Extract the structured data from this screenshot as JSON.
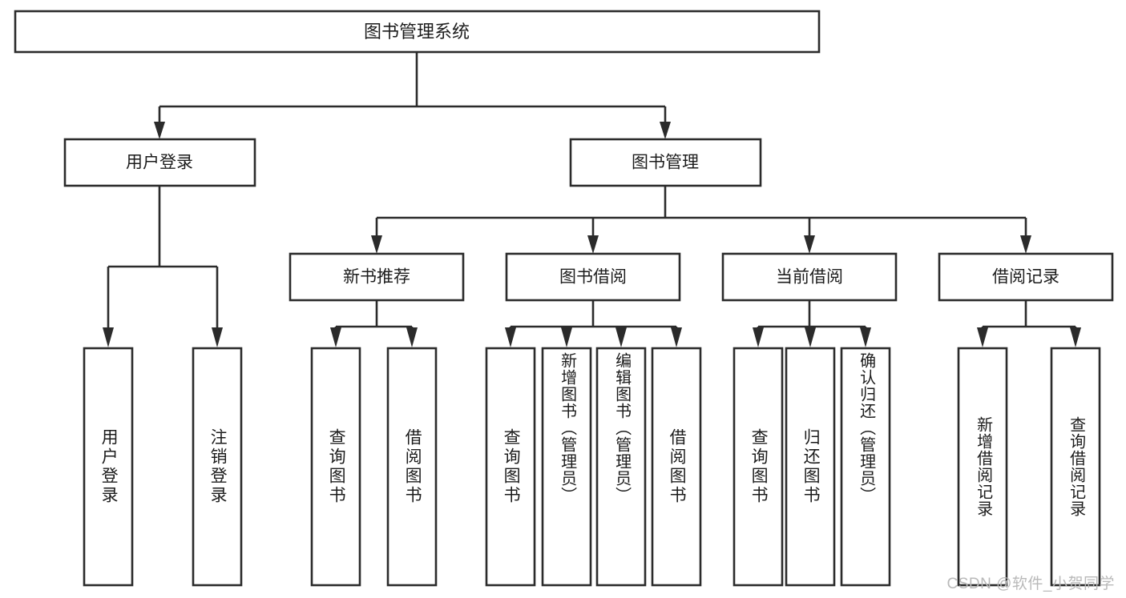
{
  "diagram": {
    "type": "tree-hierarchy-chart",
    "title": "图书管理系统",
    "watermark": "CSDN @软件_小贺同学",
    "colors": {
      "stroke": "#2b2b2b",
      "fill": "#ffffff",
      "text": "#1c1c1c",
      "watermark": "#b9b9b9",
      "background": "#ffffff"
    },
    "levels": {
      "root": {
        "label": "图书管理系统"
      },
      "level2": [
        {
          "label": "用户登录"
        },
        {
          "label": "图书管理"
        }
      ],
      "level3": [
        {
          "label": "新书推荐"
        },
        {
          "label": "图书借阅"
        },
        {
          "label": "当前借阅"
        },
        {
          "label": "借阅记录"
        }
      ],
      "leaves": [
        {
          "label": "用户登录",
          "parent": "用户登录"
        },
        {
          "label": "注销登录",
          "parent": "用户登录"
        },
        {
          "label": "查询图书",
          "parent": "新书推荐"
        },
        {
          "label": "借阅图书",
          "parent": "新书推荐"
        },
        {
          "label": "查询图书",
          "parent": "图书借阅"
        },
        {
          "label": "新增图书（管理员）",
          "parent": "图书借阅"
        },
        {
          "label": "编辑图书（管理员）",
          "parent": "图书借阅"
        },
        {
          "label": "借阅图书",
          "parent": "图书借阅"
        },
        {
          "label": "查询图书",
          "parent": "当前借阅"
        },
        {
          "label": "归还图书",
          "parent": "当前借阅"
        },
        {
          "label": "确认归还（管理员）",
          "parent": "当前借阅"
        },
        {
          "label": "新增借阅记录",
          "parent": "借阅记录"
        },
        {
          "label": "查询借阅记录",
          "parent": "借阅记录"
        }
      ]
    }
  }
}
